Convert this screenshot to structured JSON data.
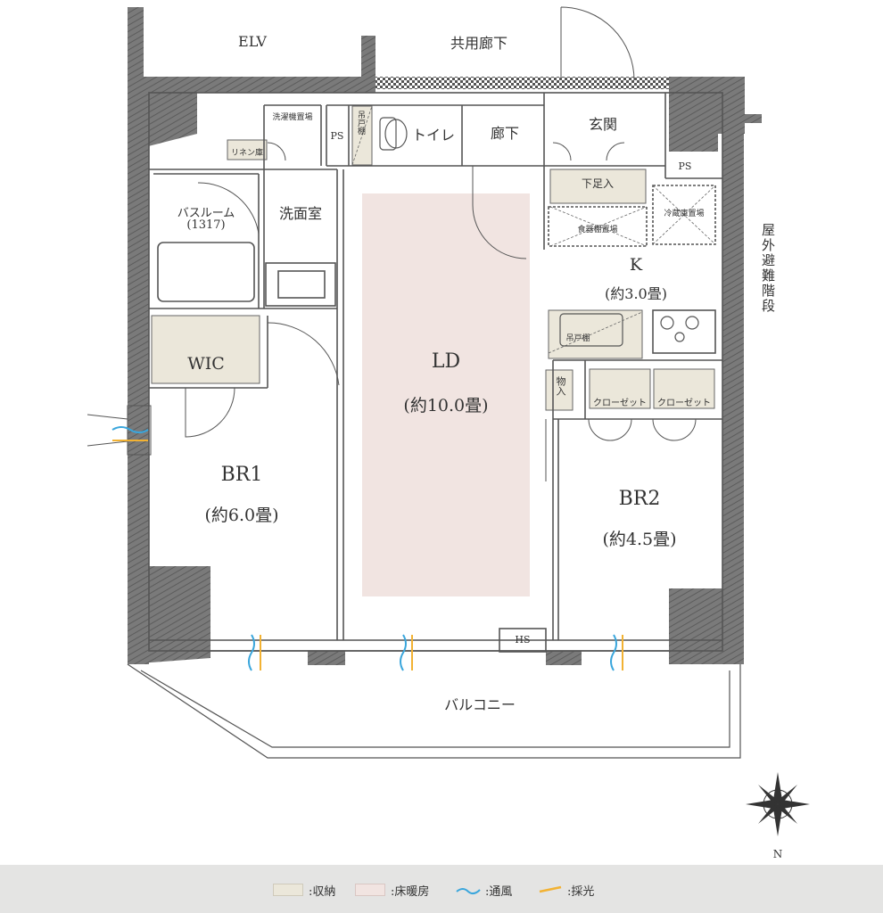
{
  "labels": {
    "elv": "ELV",
    "common_corridor": "共用廊下",
    "ps_top": "PS",
    "hanging_shelf_top": "吊戸棚",
    "toilet": "トイレ",
    "hallway": "廊下",
    "entrance": "玄関",
    "shoe_box": "下足入",
    "ps_right": "PS",
    "laundry_space": "洗濯機置場",
    "linen": "リネン庫",
    "bathroom": "バスルーム",
    "bathroom_size": "(1317)",
    "washroom": "洗面室",
    "fridge_space": "冷蔵庫置場",
    "dish_shelf": "食器棚置場",
    "kitchen": "K",
    "kitchen_size": "(約3.0畳)",
    "hanging_shelf_kitchen": "吊戸棚",
    "wic": "WIC",
    "ld": "LD",
    "ld_size": "(約10.0畳)",
    "storage": "物入",
    "closet1": "クローゼット",
    "closet2": "クローゼット",
    "br1": "BR1",
    "br1_size": "(約6.0畳)",
    "br2": "BR2",
    "br2_size": "(約4.5畳)",
    "hs": "HS",
    "balcony": "バルコニー",
    "outdoor_stairs": "屋外避難階段",
    "north": "N"
  },
  "legend": [
    {
      "icon": "storage-swatch",
      "color": "#ebe7da",
      "label": ":収納"
    },
    {
      "icon": "floor-heating-swatch",
      "color": "#f1e4e1",
      "label": ":床暖房"
    },
    {
      "icon": "ventilation-icon",
      "color": "#3aa6dc",
      "label": ":通風"
    },
    {
      "icon": "daylight-icon",
      "color": "#f2b233",
      "label": ":採光"
    }
  ],
  "colors": {
    "wall": "#777777",
    "storage": "#ebe7da",
    "floor_heating": "#f1e4e1",
    "ventilation": "#3aa6dc",
    "daylight": "#f2b233",
    "legend_bg": "#e4e4e3"
  }
}
